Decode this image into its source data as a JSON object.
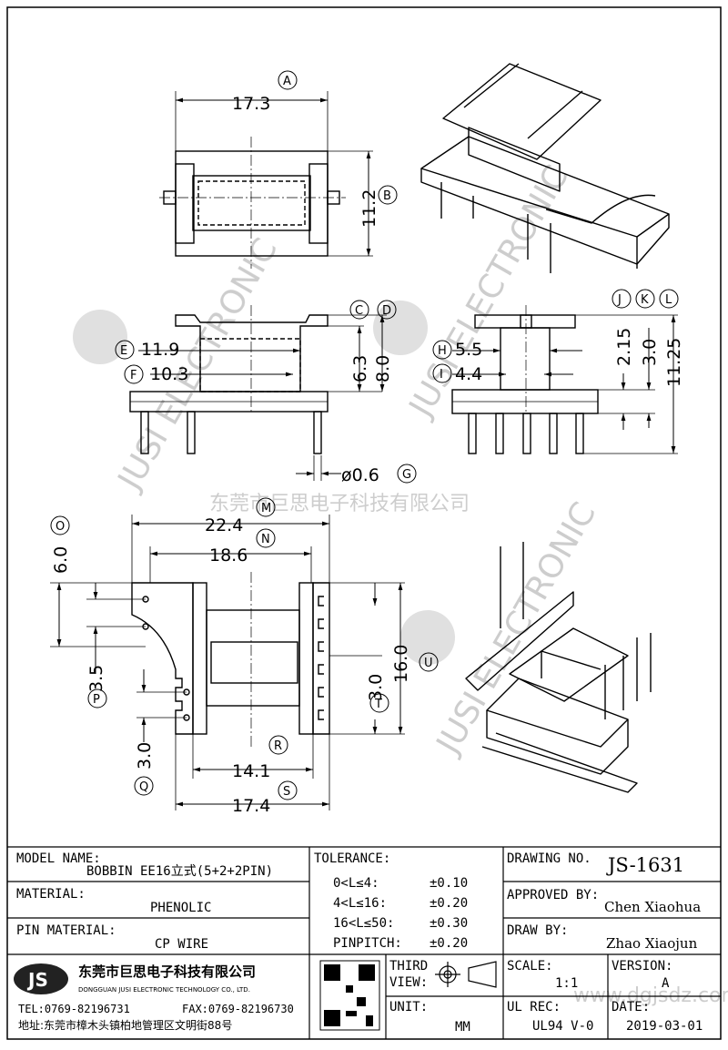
{
  "watermark": {
    "company_cn": "东莞市巨思电子科技有限公司",
    "brand_en": "JUSI ELECTRONIC",
    "url": "www.dgjsdz.com"
  },
  "dimensions": {
    "A": {
      "label": "A",
      "value": "17.3"
    },
    "B": {
      "label": "B",
      "value": "11.2"
    },
    "C": {
      "label": "C",
      "value": "6.3"
    },
    "D": {
      "label": "D",
      "value": "8.0"
    },
    "E": {
      "label": "E",
      "value": "11.9"
    },
    "F": {
      "label": "F",
      "value": "10.3"
    },
    "G": {
      "label": "G",
      "value": "ø0.6"
    },
    "H": {
      "label": "H",
      "value": "5.5"
    },
    "I": {
      "label": "I",
      "value": "4.4"
    },
    "J": {
      "label": "J",
      "value": "2.15"
    },
    "K": {
      "label": "K",
      "value": "3.0"
    },
    "L": {
      "label": "L",
      "value": "11.25"
    },
    "M": {
      "label": "M",
      "value": "22.4"
    },
    "N": {
      "label": "N",
      "value": "18.6"
    },
    "O": {
      "label": "O",
      "value": "6.0"
    },
    "P": {
      "label": "P",
      "value": "3.5"
    },
    "Q": {
      "label": "Q",
      "value": "3.0"
    },
    "R": {
      "label": "R",
      "value": "14.1"
    },
    "S": {
      "label": "S",
      "value": "17.4"
    },
    "T": {
      "label": "T",
      "value": "3.0"
    },
    "U": {
      "label": "U",
      "value": "16.0"
    }
  },
  "title_block": {
    "model_name_label": "MODEL NAME:",
    "model_name": "BOBBIN EE16立式(5+2+2PIN)",
    "material_label": "MATERIAL:",
    "material": "PHENOLIC",
    "pin_material_label": "PIN MATERIAL:",
    "pin_material": "CP WIRE",
    "tolerance_label": "TOLERANCE:",
    "tolerances": [
      {
        "range": "0<L≤4:",
        "value": "±0.10"
      },
      {
        "range": "4<L≤16:",
        "value": "±0.20"
      },
      {
        "range": "16<L≤50:",
        "value": "±0.30"
      },
      {
        "range": "PINPITCH:",
        "value": "±0.20"
      }
    ],
    "drawing_no_label": "DRAWING NO.",
    "drawing_no": "JS-1631",
    "approved_by_label": "APPROVED BY:",
    "approved_by": "Chen Xiaohua",
    "draw_by_label": "DRAW BY:",
    "draw_by": "Zhao Xiaojun",
    "third_label": "THIRD",
    "view_label": "VIEW:",
    "unit_label": "UNIT:",
    "unit": "MM",
    "scale_label": "SCALE:",
    "scale": "1:1",
    "version_label": "VERSION:",
    "version": "A",
    "ul_rec_label": "UL REC:",
    "ul_rec": "UL94 V-0",
    "date_label": "DATE:",
    "date": "2019-03-01",
    "logo_text": "JS",
    "company_cn": "东莞市巨思电子科技有限公司",
    "company_en": "DONGGUAN JUSI ELECTRONIC TECHNOLOGY CO., LTD.",
    "tel": "TEL:0769-82196731",
    "fax": "FAX:0769-82196730",
    "address": "地址:东莞市樟木头镇柏地管理区文明街88号"
  }
}
